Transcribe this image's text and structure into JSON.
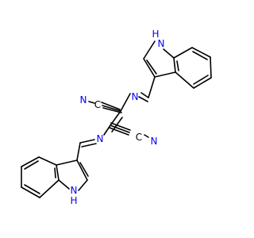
{
  "figure": {
    "labels": {
      "nh_top": "H",
      "n_top_ring": "N",
      "n_imine_top": "N",
      "n_nitrile_left": "N",
      "c_nitrile_left": "C",
      "c_nitrile_right": "C",
      "n_nitrile_right": "N",
      "n_imine_bottom": "N",
      "nh_bottom": "H",
      "n_bottom_ring": "N"
    },
    "colors": {
      "bond": "#000000",
      "nitrogen": "#0000ff",
      "carbon": "#000000"
    }
  }
}
